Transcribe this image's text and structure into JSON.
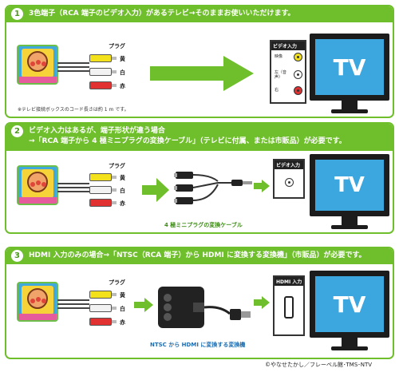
{
  "panels": [
    {
      "number": "1",
      "lines": [
        "3色端子（RCA 端子のビデオ入力）があるテレビ→そのままお使いいただけます。"
      ],
      "plug_label": "プラグ",
      "plug_letters": [
        "黄",
        "白",
        "赤"
      ],
      "note": "※テレビ接続ボックスのコード長さは約 1 m です。",
      "input_header": "ビデオ入力",
      "jack_labels": [
        "映像",
        "左（音声）",
        "右"
      ],
      "tv_text": "TV"
    },
    {
      "number": "2",
      "lines": [
        "ビデオ入力はあるが、端子形状が違う場合",
        "→「RCA 端子から 4 極ミニプラグの変換ケーブル」（テレビに付属、または市販品）が必要です。"
      ],
      "plug_label": "プラグ",
      "plug_letters": [
        "黄",
        "白",
        "赤"
      ],
      "caption": "4 極ミニプラグの変換ケーブル",
      "input_header": "ビデオ入力",
      "tv_text": "TV"
    },
    {
      "number": "3",
      "lines": [
        "HDMI 入力のみの場合→「NTSC（RCA 端子）から HDMI に変換する変換機」（市販品）が必要です。"
      ],
      "plug_label": "プラグ",
      "plug_letters": [
        "黄",
        "白",
        "赤"
      ],
      "caption": "NTSC から HDMI に変換する変換機",
      "input_header": "HDMI 入力",
      "tv_text": "TV"
    }
  ],
  "copyright": "©やなせたかし／フレーベル館･TMS･NTV",
  "colors": {
    "green": "#6fbe2c",
    "tv_blue": "#3ca7df",
    "yellow": "#f3e11b",
    "red": "#e23131"
  }
}
